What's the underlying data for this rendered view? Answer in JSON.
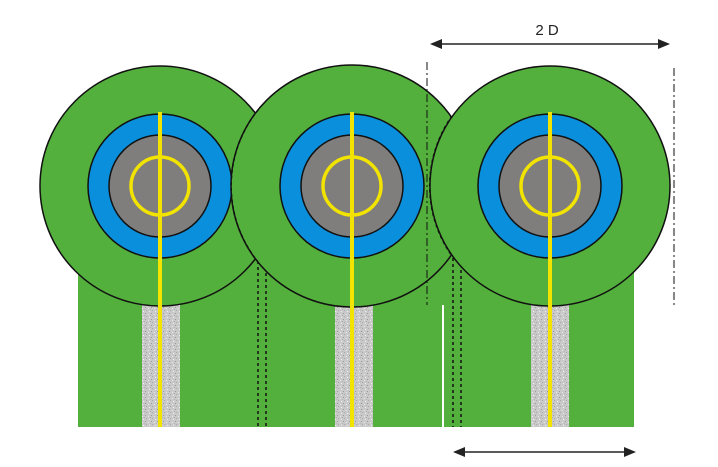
{
  "diagram": {
    "dimension_top_label": "2 D",
    "dimension_bottom_label": "",
    "unit_count": 3,
    "colors": {
      "background": "#ffffff",
      "green": "#54b03d",
      "blue": "#0a8fdc",
      "gray": "#7f7e7c",
      "yellow": "#f2e400",
      "speckle_strip": "#c9c9c9",
      "outline": "#111111"
    },
    "components": {
      "outer_disc": "green",
      "middle_ring": "blue",
      "inner_core": "gray",
      "center_ring": "yellow",
      "center_line": "yellow",
      "lower_strip": "speckled-gray"
    }
  }
}
